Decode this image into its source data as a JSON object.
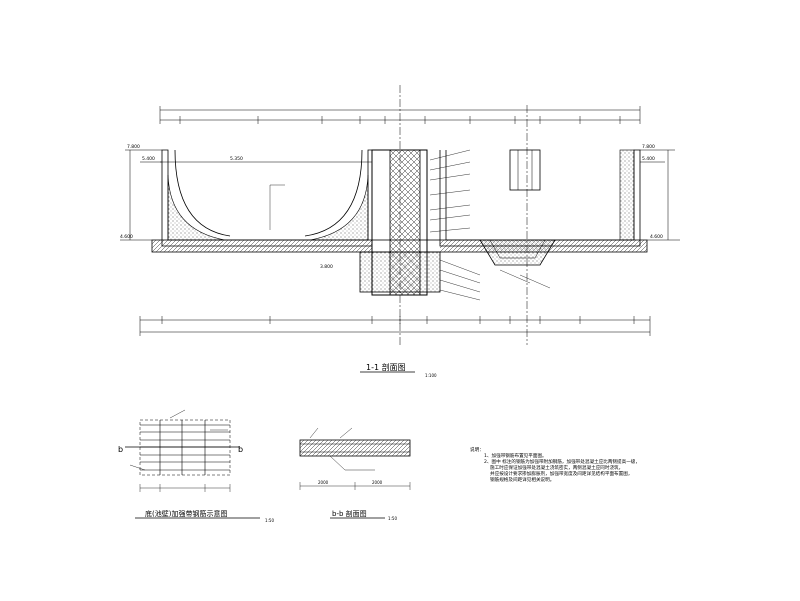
{
  "colors": {
    "line": "#000000",
    "hatch": "#444444",
    "background": "#ffffff"
  },
  "main_section": {
    "title": "1-1 剖面图",
    "scale": "1:100",
    "level_top_left": "7.800",
    "level_water_left": "5.400",
    "level_water_mid": "5.350",
    "level_bottom": "4.600",
    "level_sump": "3.800",
    "level_top_right": "7.800",
    "level_water_right": "5.400",
    "level_bottom_right": "4.600"
  },
  "detail_a": {
    "title": "底(池壁)加强带钢筋示意图",
    "scale": "1:50",
    "mark_left": "b",
    "mark_right": "b"
  },
  "detail_b": {
    "title": "b-b 剖面图",
    "scale": "1:50",
    "dim_1": "2000",
    "dim_2": "2000"
  },
  "notes": {
    "heading": "说明：",
    "line1": "1、加强带钢筋布置见平面图。",
    "line2": "2、图中 标注的钢筋为加强带附加钢筋，加强带处混凝土应比两侧提高一级，",
    "line3": "施工时应保证加强带处混凝土浇筑密实，两侧混凝土应同时浇筑，",
    "line4": "并应按设计要求掺加膨胀剂，加强带宽度及间距详见结构平面布置图，",
    "line5": "钢筋规格及间距详见相关说明。"
  }
}
